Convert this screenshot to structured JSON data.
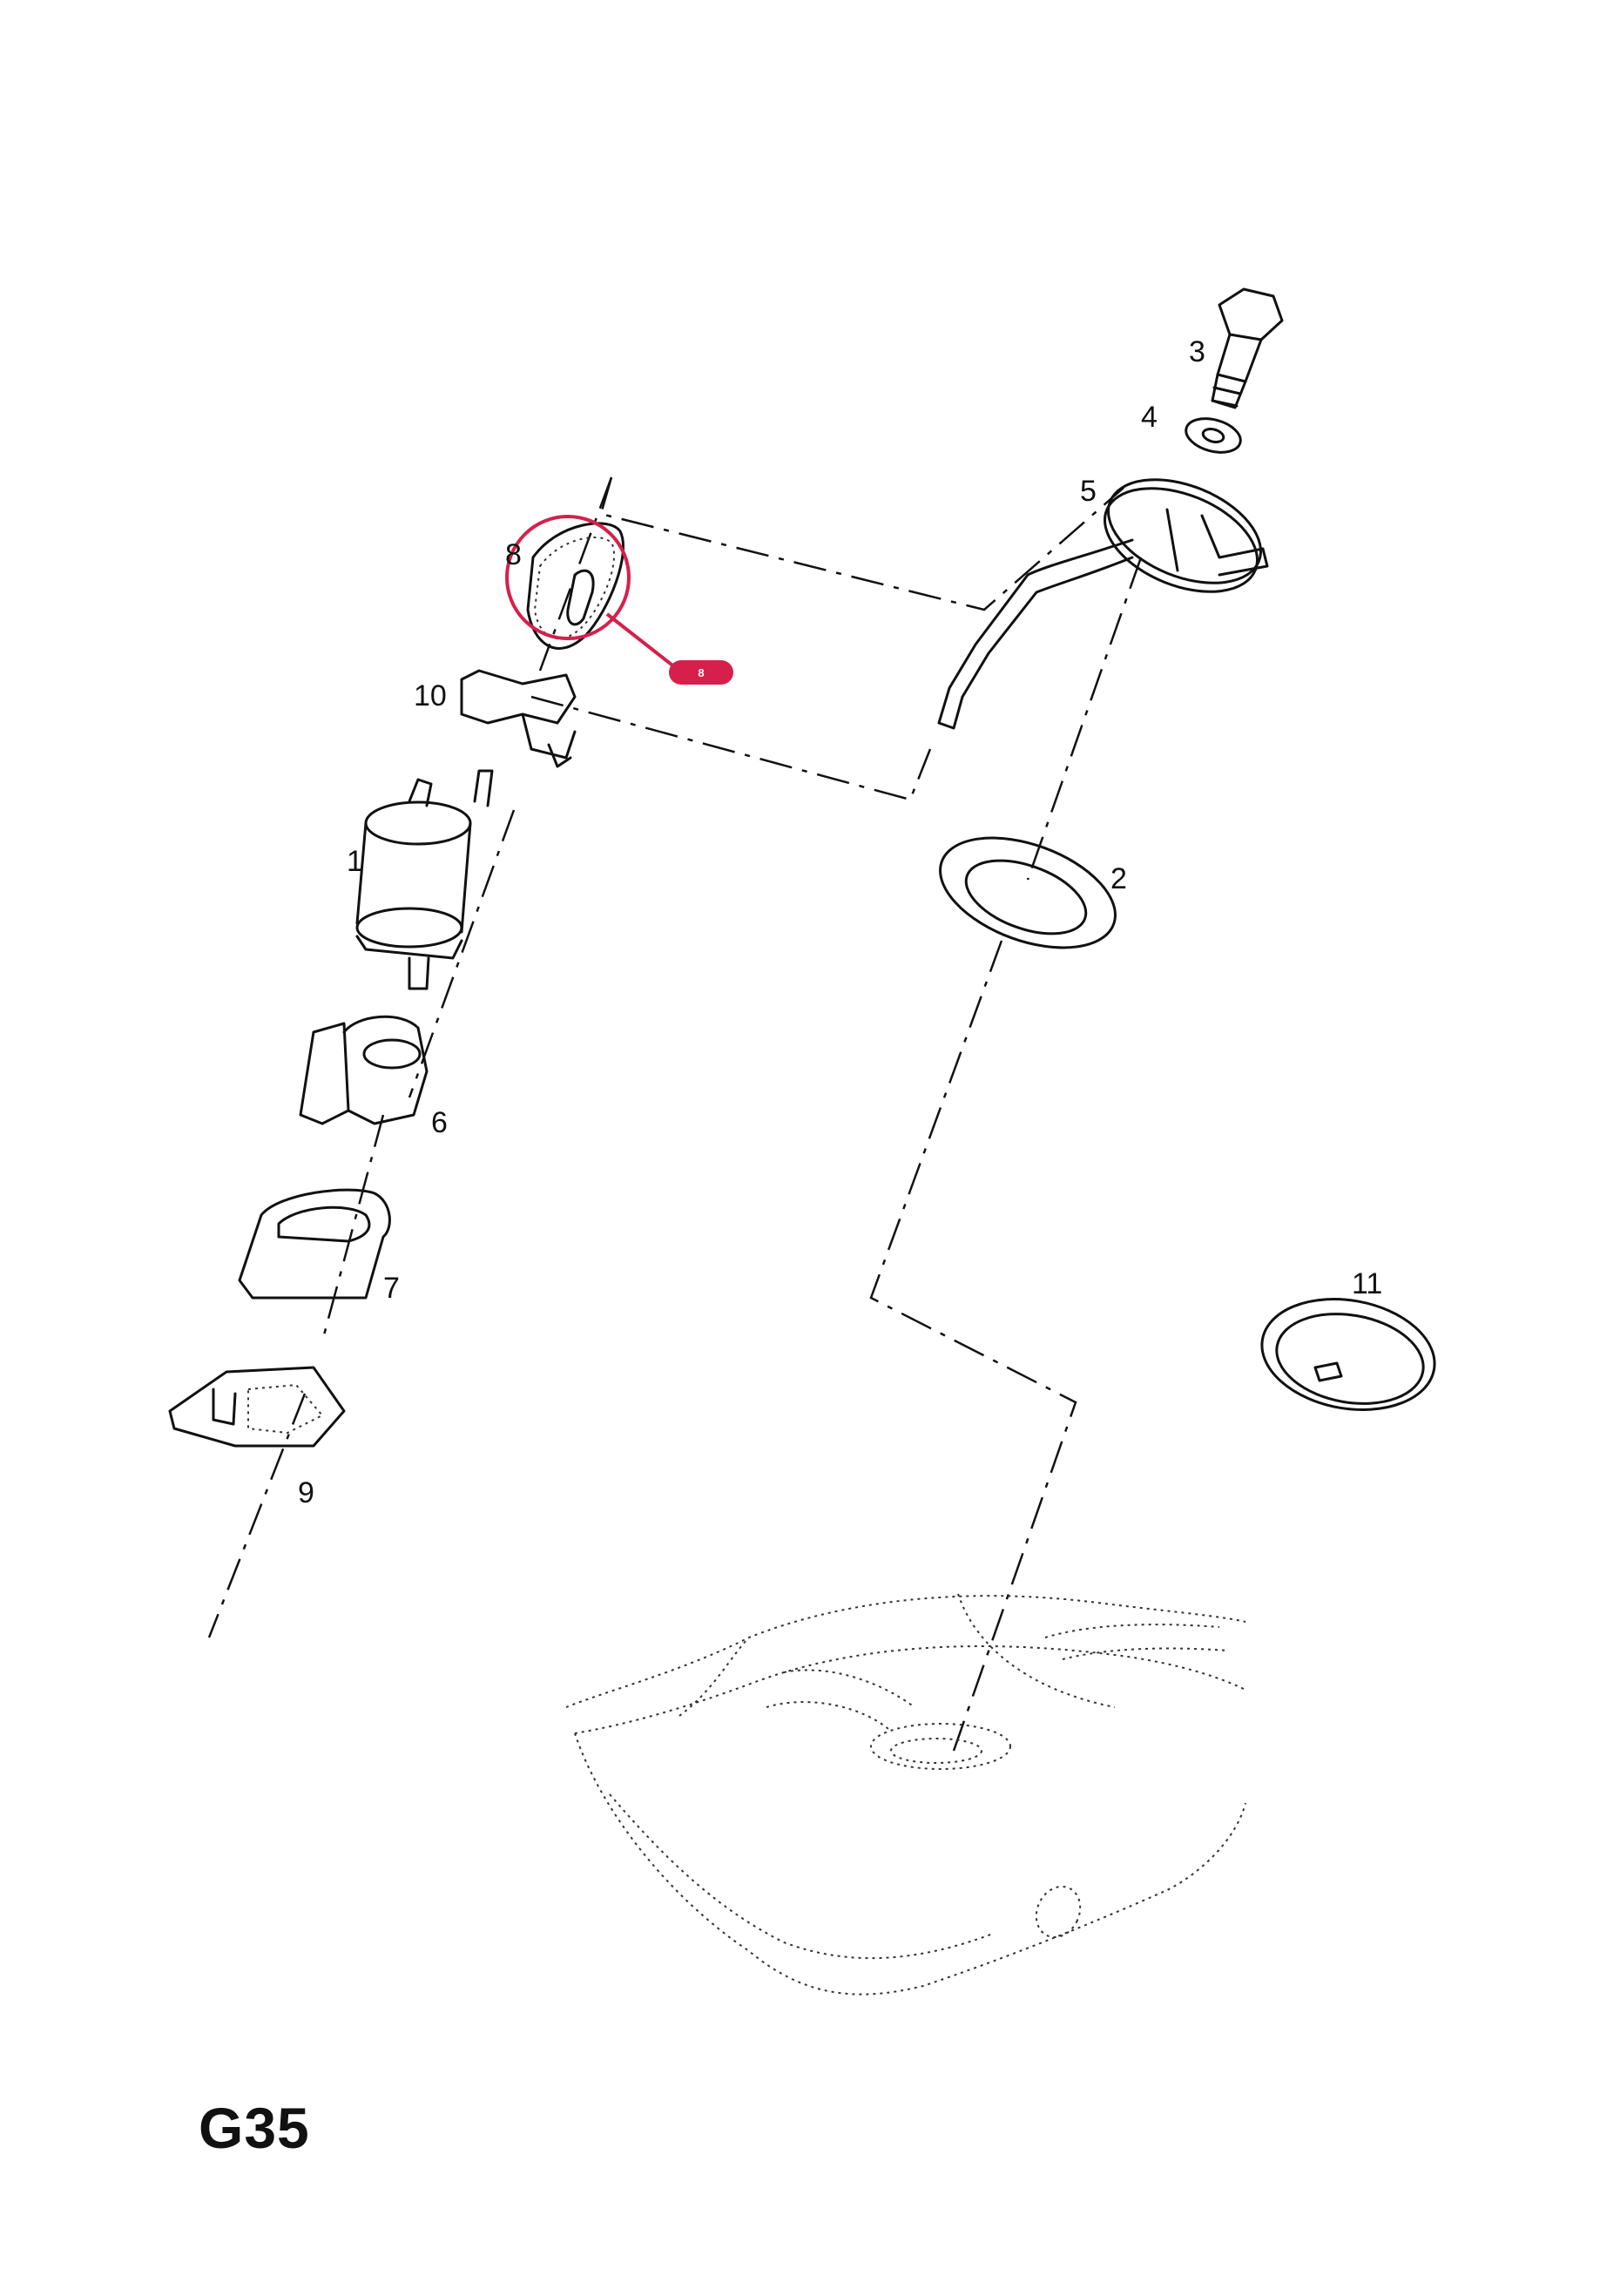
{
  "diagram": {
    "page_code": "G35",
    "highlight_color": "#d6204b",
    "selected_part_badge": "8",
    "part_numbers": {
      "p1": "1",
      "p2": "2",
      "p3": "3",
      "p4": "4",
      "p5": "5",
      "p6": "6",
      "p7": "7",
      "p8": "8",
      "p9": "9",
      "p10": "10",
      "p11": "11"
    }
  }
}
